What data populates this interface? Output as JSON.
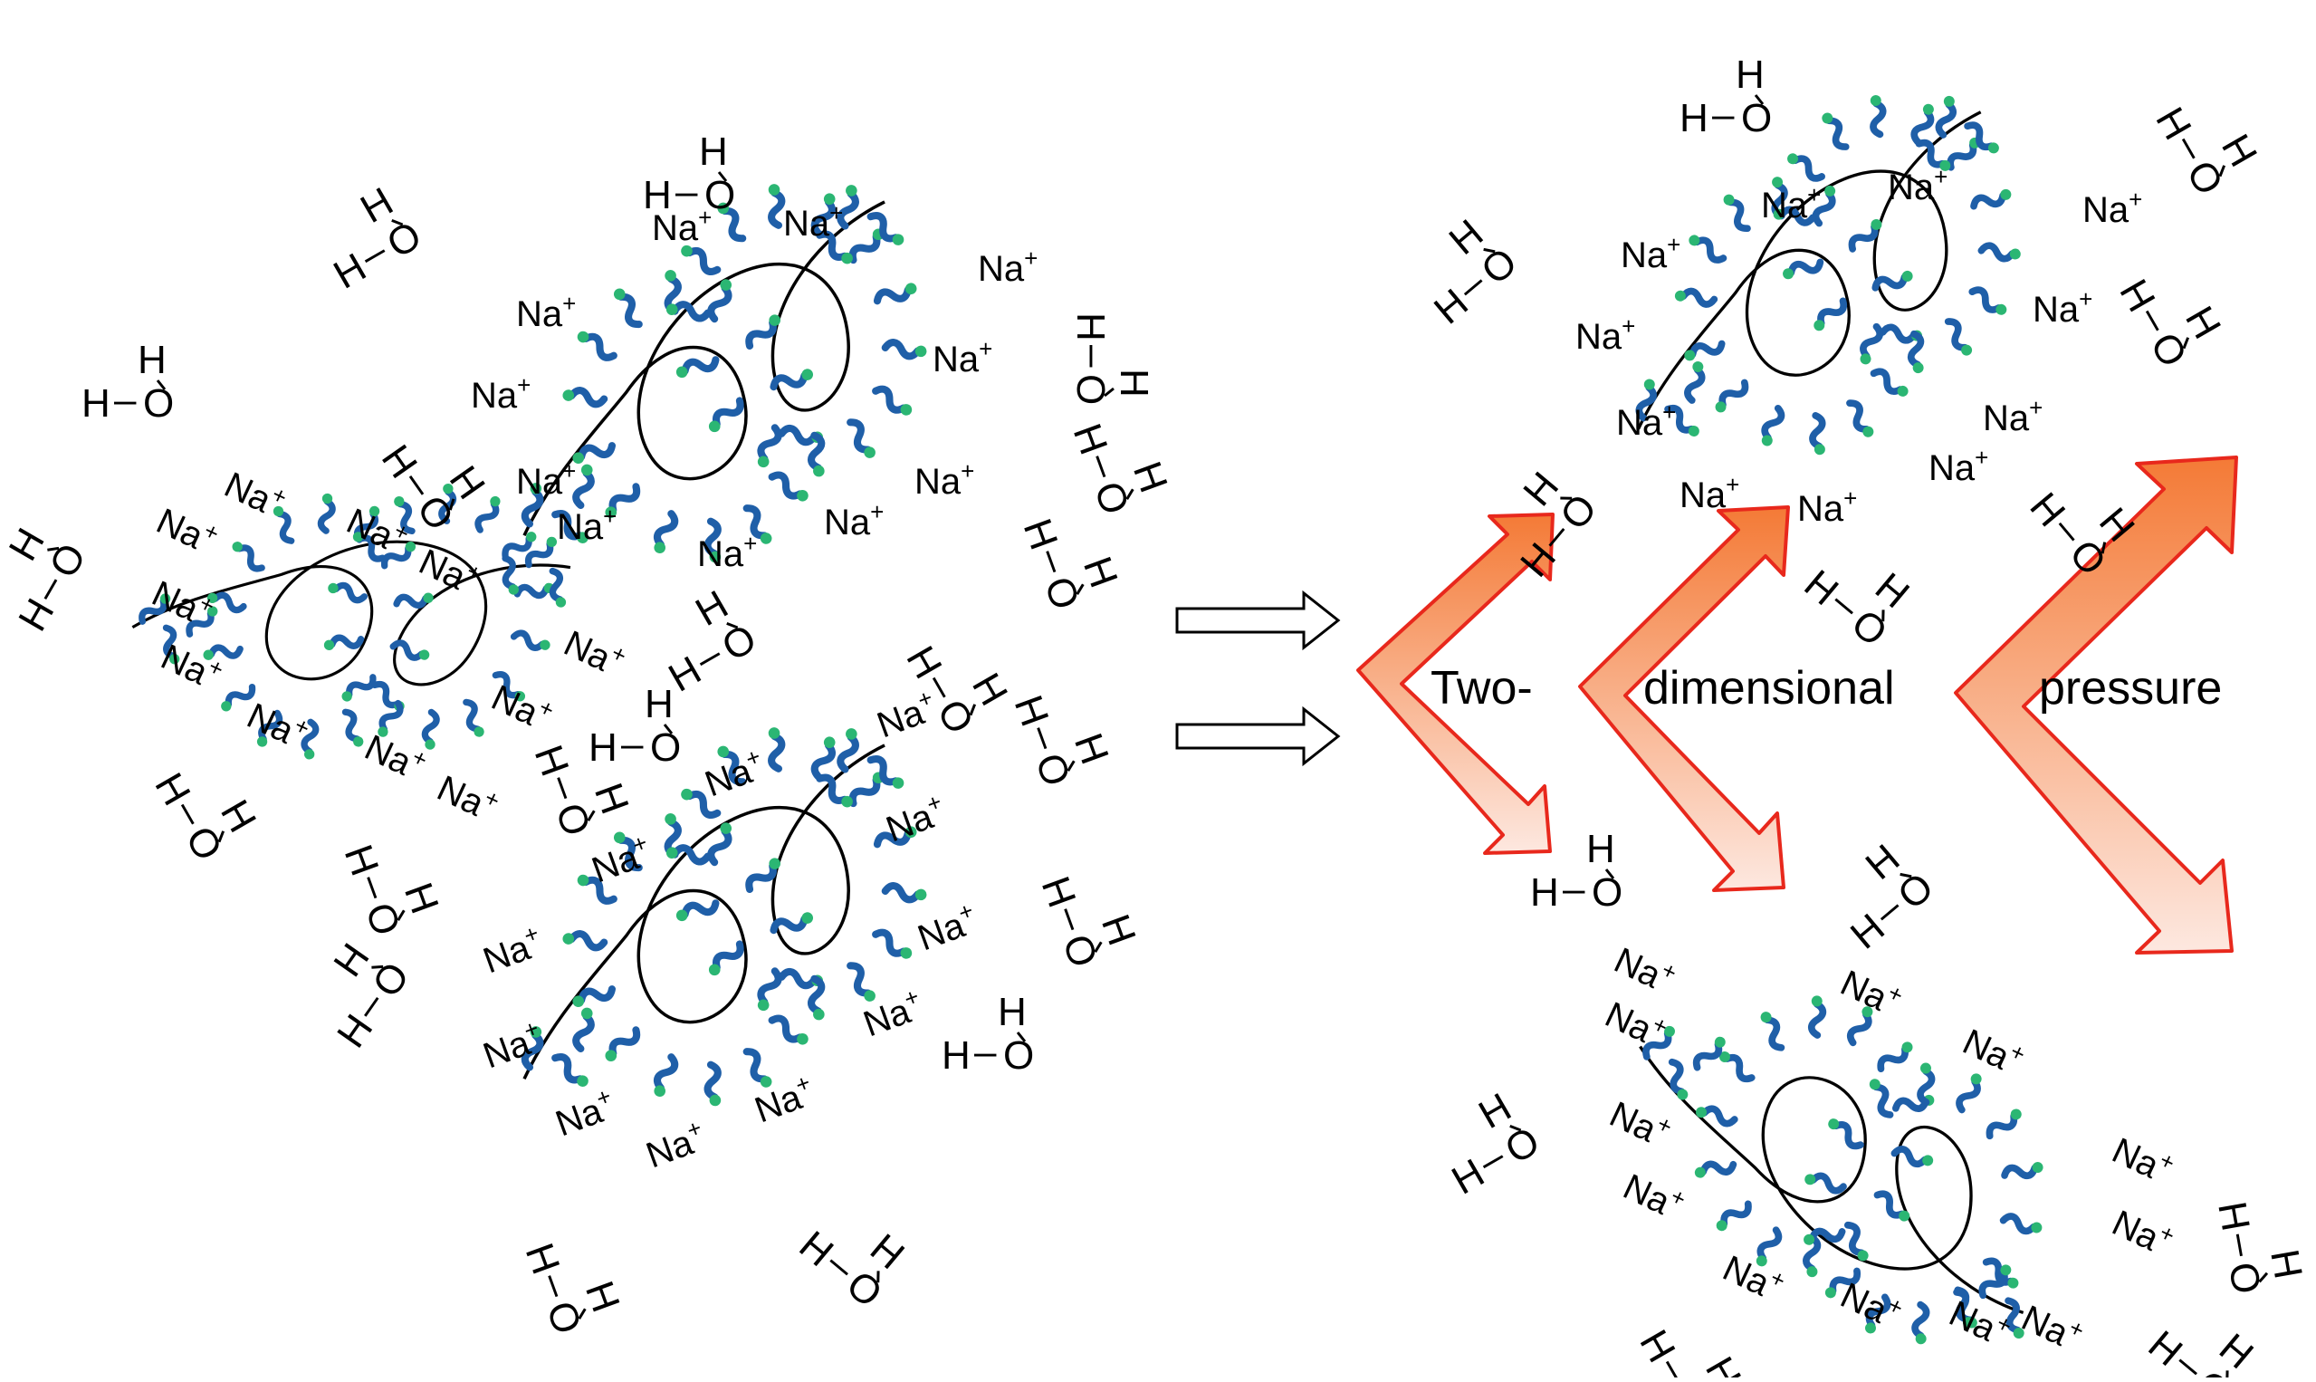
{
  "labels": {
    "sodium": "Na",
    "charge": "+",
    "hydrogen": "H",
    "oxygen": "O",
    "bond": "–"
  },
  "caption": {
    "word1": "Two-",
    "word2": "dimensional",
    "word3": "pressure"
  },
  "colors": {
    "chain": "#1f5fa8",
    "chain_tip": "#2bb673",
    "arrow_stroke": "#e8281c",
    "arrow_fill_top": "#f47a36",
    "arrow_fill_bottom": "#fde8e0",
    "backbone": "#000000"
  },
  "icons": [
    "micelle-icon",
    "water-molecule-icon",
    "sodium-ion-icon",
    "process-arrow-icon",
    "pressure-arrow-icon"
  ]
}
